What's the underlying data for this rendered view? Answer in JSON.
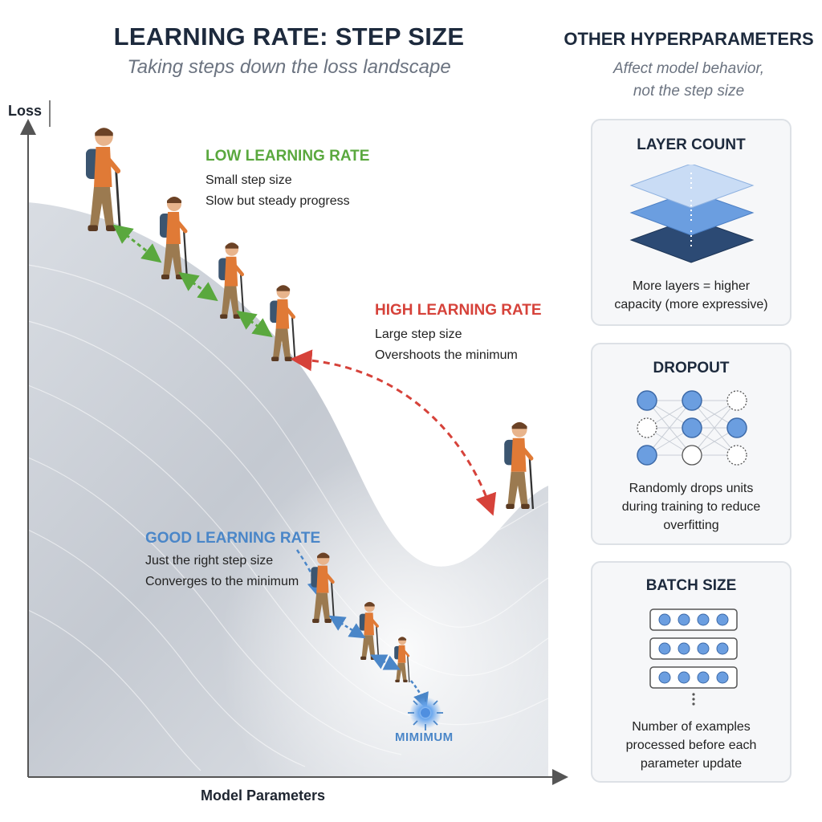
{
  "header": {
    "title": "LEARNING RATE: STEP SIZE",
    "subtitle": "Taking steps down the loss landscape"
  },
  "axes": {
    "y_label": "Loss",
    "x_label": "Model Parameters"
  },
  "annotations": {
    "low": {
      "title": "LOW LEARNING RATE",
      "line1": "Small step size",
      "line2": "Slow but steady progress",
      "color": "#5aa83e"
    },
    "high": {
      "title": "HIGH LEARNING RATE",
      "line1": "Large step size",
      "line2": "Overshoots the minimum",
      "color": "#d6423a"
    },
    "good": {
      "title": "GOOD LEARNING RATE",
      "line1": "Just the right step size",
      "line2": "Converges to the minimum",
      "color": "#4a86c8"
    },
    "minimum_label": "MIMIMUM"
  },
  "sidebar": {
    "title": "OTHER HYPERPARAMETERS",
    "subtitle_line1": "Affect model behavior,",
    "subtitle_line2": "not the step size",
    "cards": [
      {
        "title": "LAYER COUNT",
        "desc_line1": "More layers = higher",
        "desc_line2": "capacity (more expressive)"
      },
      {
        "title": "DROPOUT",
        "desc_line1": "Randomly drops units",
        "desc_line2": "during training to reduce",
        "desc_line3": "overfitting"
      },
      {
        "title": "BATCH SIZE",
        "desc_line1": "Number of examples",
        "desc_line2": "processed before each",
        "desc_line3": "parameter update"
      }
    ]
  },
  "icons": {
    "hiker": "hiker-icon",
    "minimum": "sparkle-icon",
    "layers": "stacked-layers-icon",
    "network": "neural-network-icon",
    "batch": "batch-rows-icon"
  }
}
